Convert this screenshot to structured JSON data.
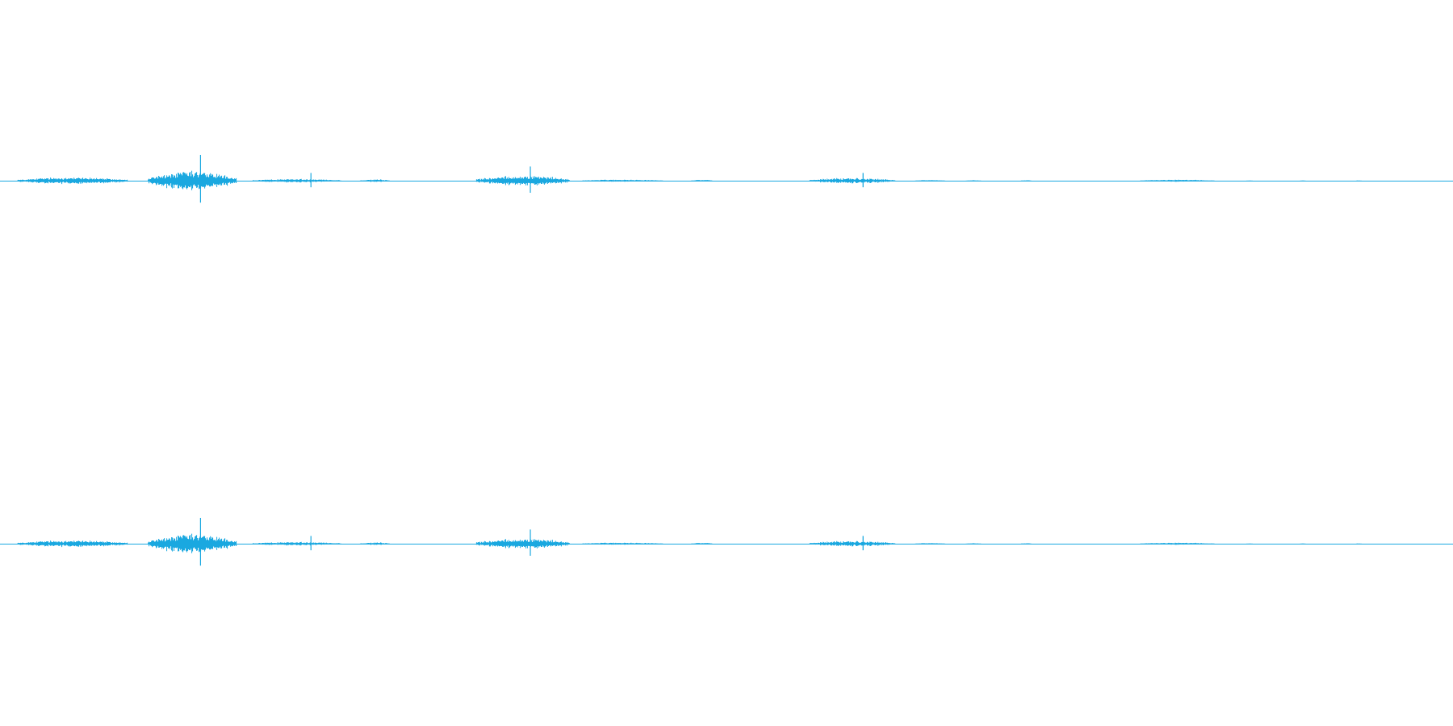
{
  "waveform": {
    "color": "#1aa8e0",
    "background": "#ffffff",
    "channel_count": 2,
    "bursts": [
      {
        "start": 0.012,
        "end": 0.088,
        "amp": 0.15
      },
      {
        "start": 0.102,
        "end": 0.163,
        "amp": 0.4
      },
      {
        "start": 0.174,
        "end": 0.235,
        "amp": 0.08
      },
      {
        "start": 0.248,
        "end": 0.268,
        "amp": 0.06
      },
      {
        "start": 0.328,
        "end": 0.392,
        "amp": 0.22
      },
      {
        "start": 0.401,
        "end": 0.456,
        "amp": 0.05
      },
      {
        "start": 0.476,
        "end": 0.49,
        "amp": 0.04
      },
      {
        "start": 0.557,
        "end": 0.616,
        "amp": 0.12
      },
      {
        "start": 0.63,
        "end": 0.65,
        "amp": 0.03
      },
      {
        "start": 0.665,
        "end": 0.675,
        "amp": 0.02
      },
      {
        "start": 0.703,
        "end": 0.71,
        "amp": 0.02
      },
      {
        "start": 0.785,
        "end": 0.836,
        "amp": 0.05
      },
      {
        "start": 0.858,
        "end": 0.862,
        "amp": 0.01
      },
      {
        "start": 0.895,
        "end": 0.899,
        "amp": 0.01
      },
      {
        "start": 0.933,
        "end": 0.937,
        "amp": 0.01
      }
    ],
    "spikes": [
      {
        "pos": 0.138,
        "amp": 1.0
      },
      {
        "pos": 0.365,
        "amp": 0.55
      },
      {
        "pos": 0.594,
        "amp": 0.3
      },
      {
        "pos": 0.214,
        "amp": 0.3
      }
    ]
  }
}
